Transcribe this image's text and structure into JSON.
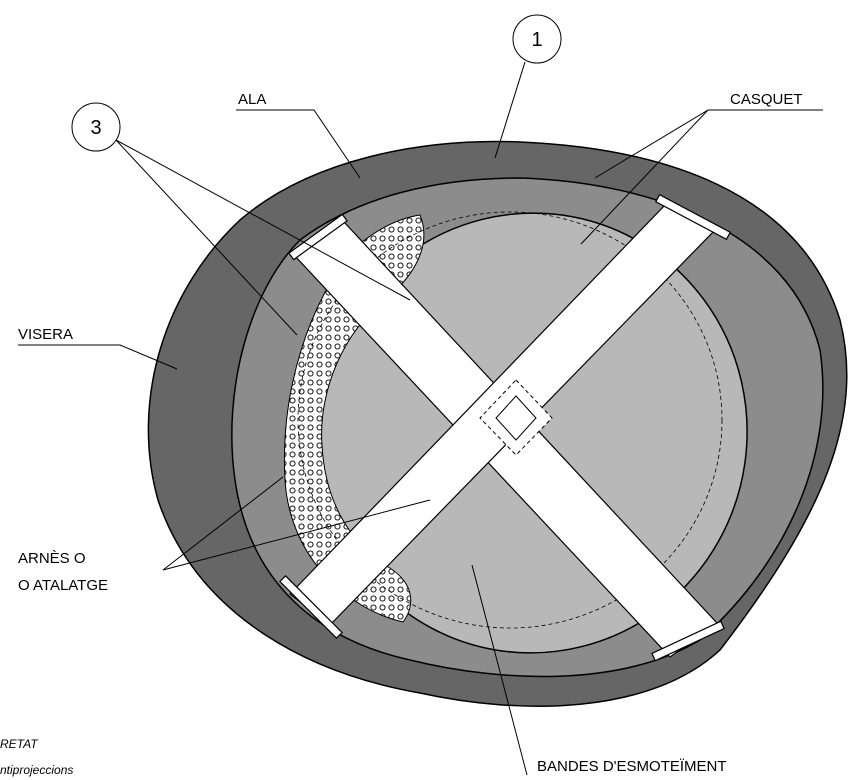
{
  "callouts": {
    "one": "1",
    "three": "3"
  },
  "labels": {
    "ala": "ALA",
    "casquet": "CASQUET",
    "visera": "VISERA",
    "arnes_line1": "ARNÈS O",
    "arnes_line2": "O ATALATGE",
    "bandes": "BANDES D'ESMOTEÏMENT"
  },
  "footer": {
    "line1": "RETAT",
    "line2": "ntiprojeccions"
  },
  "colors": {
    "visera": "#666666",
    "ala": "#8c8c8c",
    "casquet": "#b8b8b8",
    "bands": "#ffffff",
    "outline": "#000000"
  }
}
